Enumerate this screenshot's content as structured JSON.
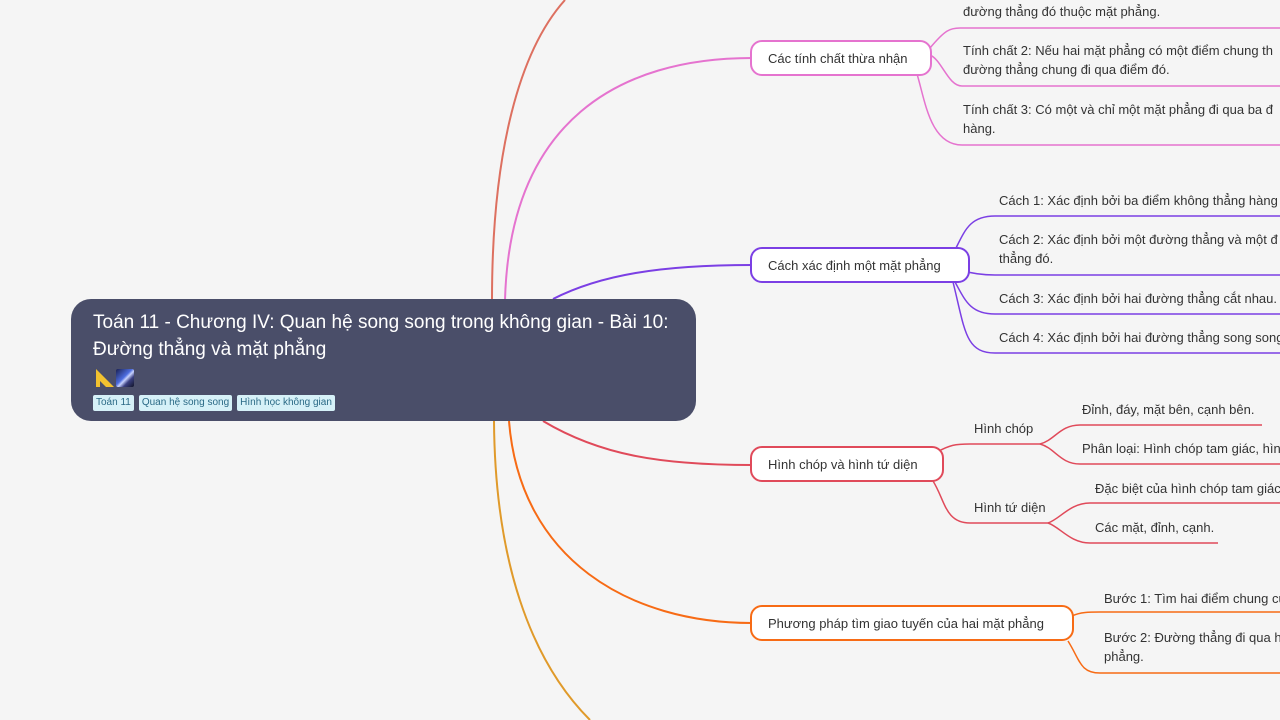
{
  "root": {
    "title_line1": "Toán 11 - Chương IV: Quan hệ song song trong không gian - Bài 10:",
    "title_line2": "Đường thẳng và mặt phẳng",
    "icons": [
      "triangular-ruler-icon",
      "milky-way-icon"
    ],
    "tags": [
      "Toán 11",
      "Quan hệ song song",
      "Hình học không gian"
    ],
    "color": "#4a4e69"
  },
  "branches": [
    {
      "label": "Các tính chất thừa nhận",
      "color": "#e573cf",
      "children": [
        {
          "line1": "",
          "line2": "đường thẳng đó thuộc mặt phẳng."
        },
        {
          "line1": "Tính chất 2: Nếu hai mặt phẳng có một điểm chung th",
          "line2": "đường thẳng chung đi qua điểm đó."
        },
        {
          "line1": "Tính chất 3: Có một và chỉ một mặt phẳng đi qua ba đ",
          "line2": "hàng."
        }
      ]
    },
    {
      "label": "Cách xác định một mặt phẳng",
      "color": "#7b3fe4",
      "children": [
        {
          "line1": "Cách 1: Xác định bởi ba điểm không thẳng hàng"
        },
        {
          "line1": "Cách 2: Xác định bởi một đường thẳng và một đ",
          "line2": "thẳng đó."
        },
        {
          "line1": "Cách 3: Xác định bởi hai đường thẳng cắt nhau."
        },
        {
          "line1": "Cách 4: Xác định bởi hai đường thẳng song song"
        }
      ]
    },
    {
      "label": "Hình chóp và hình tứ diện",
      "color": "#e04a5a",
      "children": [
        {
          "label": "Hình chóp",
          "children": [
            "Đỉnh, đáy, mặt bên, cạnh bên.",
            "Phân loại: Hình chóp tam giác, hìn"
          ]
        },
        {
          "label": "Hình tứ diện",
          "children": [
            "Đặc biệt của hình chóp tam giác",
            "Các mặt, đỉnh, cạnh."
          ]
        }
      ]
    },
    {
      "label": "Phương pháp tìm giao tuyến của hai mặt phẳng",
      "color": "#f76b15",
      "children": [
        {
          "line1": "Bước 1: Tìm hai điểm chung củ"
        },
        {
          "line1": "Bước 2: Đường thẳng đi qua h",
          "line2": "phẳng."
        }
      ]
    }
  ],
  "offscreen_branch_colors": [
    "#dd7060",
    "#e09a2a"
  ]
}
